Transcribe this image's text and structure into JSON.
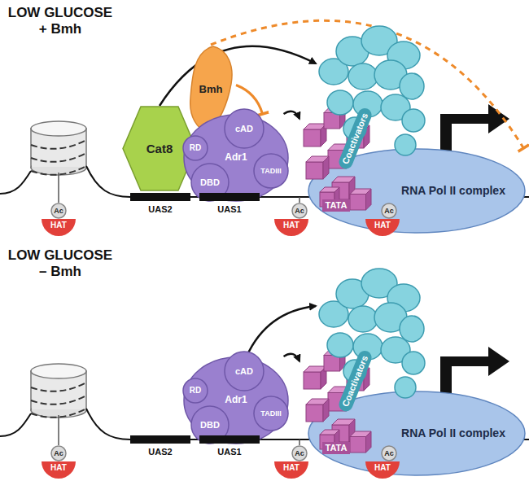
{
  "diagram": {
    "nodes": [
      {
        "text": [
          "Ac"
        ]
      },
      {
        "text": [
          "HAT"
        ]
      },
      {
        "text": [
          "Cat8"
        ]
      },
      {
        "text": [
          "Bmh"
        ]
      },
      {
        "text": [
          "Adr1"
        ]
      },
      {
        "text": [
          "RD"
        ],
        "in": 4
      },
      {
        "text": [
          "cAD"
        ],
        "in": 4
      },
      {
        "text": [
          "DBD"
        ],
        "in": 4
      },
      {
        "text": [
          "TADIII"
        ],
        "in": 4
      },
      {
        "text": [
          "UAS2"
        ]
      },
      {
        "text": [
          "UAS1"
        ]
      },
      {
        "text": [
          "RNA Pol II complex"
        ]
      },
      {
        "text": [
          "TATA"
        ]
      },
      {
        "text": [
          "Coactivators"
        ]
      },
      {
        "text": [
          "Ac"
        ]
      },
      {
        "text": [
          "HAT"
        ]
      },
      {
        "text": [
          "Ac"
        ]
      },
      {
        "text": [
          "HAT"
        ]
      },
      {
        "text": [
          "Ac"
        ]
      },
      {
        "text": [
          "HAT"
        ]
      },
      {
        "text": [
          "Adr1"
        ]
      },
      {
        "text": [
          "RD"
        ],
        "in": 20
      },
      {
        "text": [
          "cAD"
        ],
        "in": 20
      },
      {
        "text": [
          "DBD"
        ],
        "in": 20
      },
      {
        "text": [
          "TADIII"
        ],
        "in": 20
      },
      {
        "text": [
          "UAS2"
        ]
      },
      {
        "text": [
          "UAS1"
        ]
      },
      {
        "text": [
          "RNA Pol II complex"
        ]
      },
      {
        "text": [
          "TATA"
        ]
      },
      {
        "text": [
          "Coactivators"
        ]
      },
      {
        "text": [
          "Ac"
        ]
      },
      {
        "text": [
          "HAT"
        ]
      },
      {
        "text": [
          "Ac"
        ]
      },
      {
        "text": [
          "HAT"
        ]
      }
    ],
    "edges": [
      {
        "from": 2,
        "to": 13,
        "arrow": "to"
      },
      {
        "from": 4,
        "to": 12,
        "arrow": "to"
      },
      {
        "from": 3,
        "to": 4,
        "arrow": "to"
      },
      {
        "from": 3,
        "to": 11,
        "arrow": "to"
      },
      {
        "from": 20,
        "to": 29,
        "arrow": "to"
      },
      {
        "from": 20,
        "to": 28,
        "arrow": "to"
      }
    ],
    "labels": [
      "LOW GLUCOSE + Bmh",
      "LOW GLUCOSE – Bmh"
    ]
  }
}
